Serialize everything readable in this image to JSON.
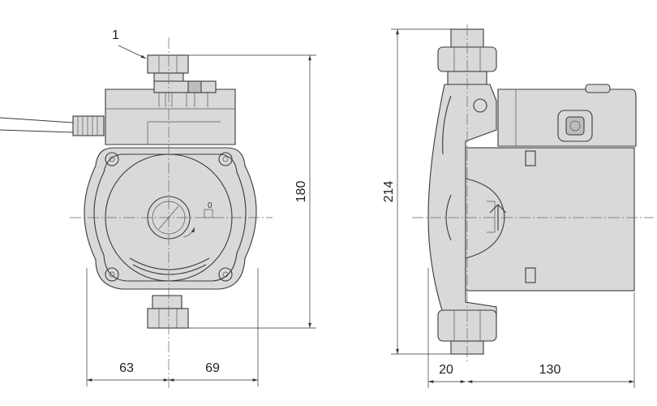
{
  "figure": {
    "callout_label": "1",
    "front_view": {
      "height_label": "180",
      "left_width_label": "63",
      "right_width_label": "69"
    },
    "side_view": {
      "height_label": "214",
      "inlet_offset_label": "20",
      "body_length_label": "130"
    }
  }
}
